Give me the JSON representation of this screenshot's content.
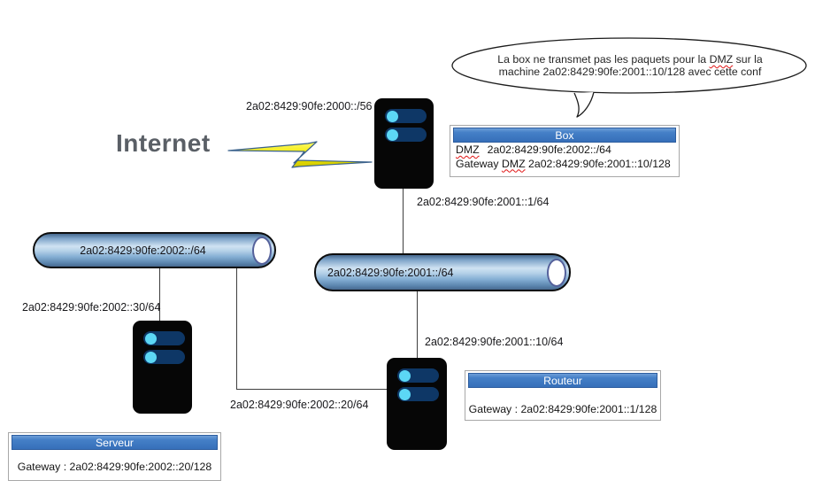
{
  "internet_label": "Internet",
  "bubble": {
    "text_before_dmz": "La box ne transmet pas les paquets pour la ",
    "dmz_word": "DMZ",
    "text_after_dmz": " sur la",
    "line2": "machine 2a02:8429:90fe:2001::10/128 avec cette conf"
  },
  "labels": {
    "wan_prefix": "2a02:8429:90fe:2000::/56",
    "box_lan_ip": "2a02:8429:90fe:2001::1/64",
    "dmz_segment": "2a02:8429:90fe:2002::/64",
    "lan_segment": "2a02:8429:90fe:2001::/64",
    "server_ip": "2a02:8429:90fe:2002::30/64",
    "router_lan_ip": "2a02:8429:90fe:2001::10/64",
    "router_dmz_ip": "2a02:8429:90fe:2002::20/64"
  },
  "box_table": {
    "title": "Box",
    "row1_label": "DMZ",
    "row1_value": "2a02:8429:90fe:2002::/64",
    "row2_prefix": "Gateway ",
    "row2_dmz": "DMZ",
    "row2_value": " 2a02:8429:90fe:2001::10/128"
  },
  "router_table": {
    "title": "Routeur",
    "row": "Gateway : 2a02:8429:90fe:2001::1/128"
  },
  "server_table": {
    "title": "Serveur",
    "row": "Gateway : 2a02:8429:90fe:2002::20/128"
  },
  "colors": {
    "table_header_blue": "#3c7ac0",
    "bolt_yellow": "#f2ea00",
    "led_cyan": "#5cd7f5",
    "led_bar_navy": "#0e3766",
    "cylinder_blue": "#85afd4",
    "squiggle_red": "#e01414",
    "internet_gray": "#5a5f66"
  }
}
